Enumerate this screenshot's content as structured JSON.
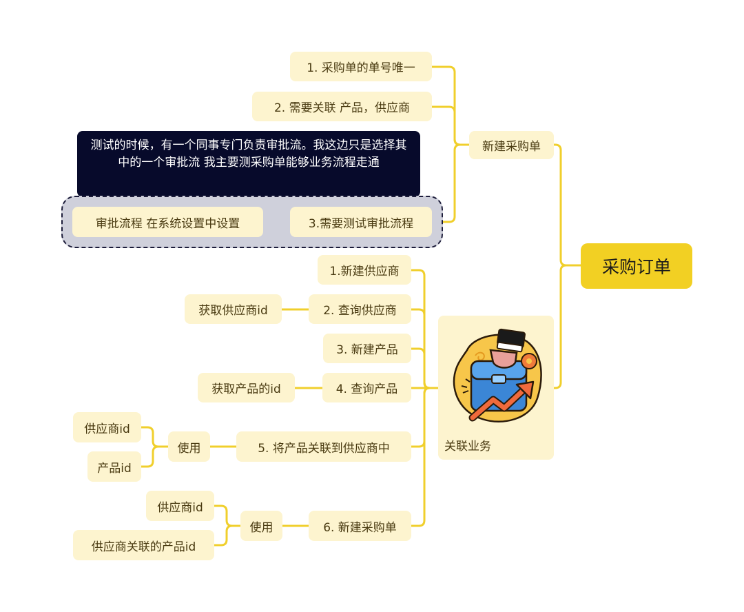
{
  "root": {
    "label": "采购订单"
  },
  "branch_new_po": {
    "label": "新建采购单",
    "items": [
      {
        "label": "1. 采购单的单号唯一"
      },
      {
        "label": "2. 需要关联 产品，供应商"
      },
      {
        "label": "3.需要测试审批流程"
      }
    ],
    "approval_detail": {
      "label": "审批流程 在系统设置中设置"
    },
    "note": "测试的时候，有一个同事专门负责审批流。我这边只是选择其中的一个审批流 我主要测采购单能够业务流程走通"
  },
  "branch_related": {
    "label": "关联业务",
    "illustration": "briefcase-growth-icon",
    "steps": [
      {
        "label": "1.新建供应商"
      },
      {
        "label": "2. 查询供应商",
        "result": "获取供应商id"
      },
      {
        "label": "3. 新建产品"
      },
      {
        "label": "4. 查询产品",
        "result": "获取产品的id"
      },
      {
        "label": "5. 将产品关联到供应商中",
        "use": "使用",
        "inputs": [
          "供应商id",
          "产品id"
        ]
      },
      {
        "label": "6. 新建采购单",
        "use": "使用",
        "inputs": [
          "供应商id",
          "供应商关联的产品id"
        ]
      }
    ]
  },
  "colors": {
    "line": "#f0cf2c",
    "node_bg": "#fdf4cf",
    "root_bg": "#f2d023",
    "note_bg": "#070a2b"
  }
}
